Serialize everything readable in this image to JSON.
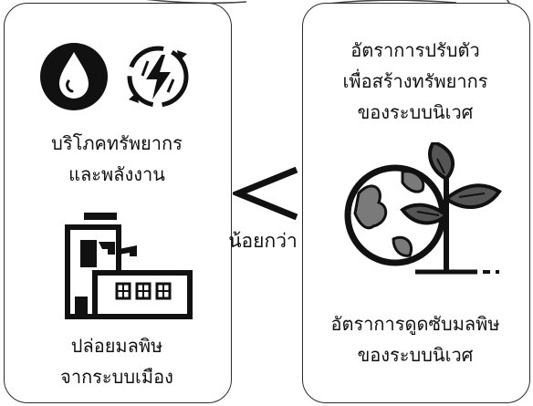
{
  "left_panel": {
    "consumption_label": "บริโภคทรัพยากร\nและพลังงาน",
    "pollution_label": "ปล่อยมลพิษ\nจากระบบเมือง"
  },
  "right_panel": {
    "adaptation_label": "อัตราการปรับตัว\nเพื่อสร้างทรัพยากร\nของระบบนิเวศ",
    "absorption_label": "อัตราการดูดซับมลพิษ\nของระบบนิเวศ"
  },
  "comparison": {
    "text": "น้อยกว่า",
    "symbol": "<"
  },
  "icons": [
    "water-drop-icon",
    "renewable-energy-icon",
    "factory-icon",
    "earth-plant-icon"
  ],
  "colors": {
    "ink": "#111111",
    "border": "#2b2b2b",
    "background": "#ffffff"
  }
}
